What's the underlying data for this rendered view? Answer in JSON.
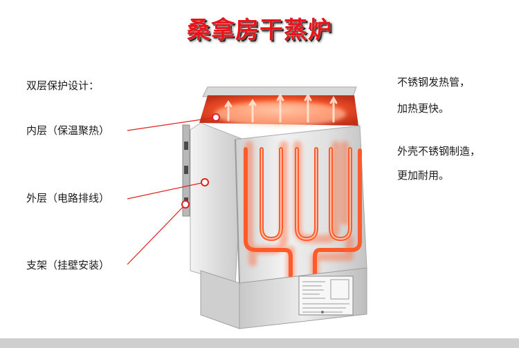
{
  "title": "桑拿房干蒸炉",
  "left_labels": {
    "heading": "双层保护设计：",
    "inner": "内层（保温聚热）",
    "outer": "外层（电路排线）",
    "stand": "支架（挂壁安装）"
  },
  "right_labels": {
    "line1": "不锈钢发热管，",
    "line2": "加热更快。",
    "line3": "外壳不锈钢制造，",
    "line4": "更加耐用。"
  },
  "colors": {
    "title": "#e8141a",
    "callout_line": "#e02020",
    "heating_glow": "#ff5a2a",
    "body_steel": "#e4e4e4"
  }
}
